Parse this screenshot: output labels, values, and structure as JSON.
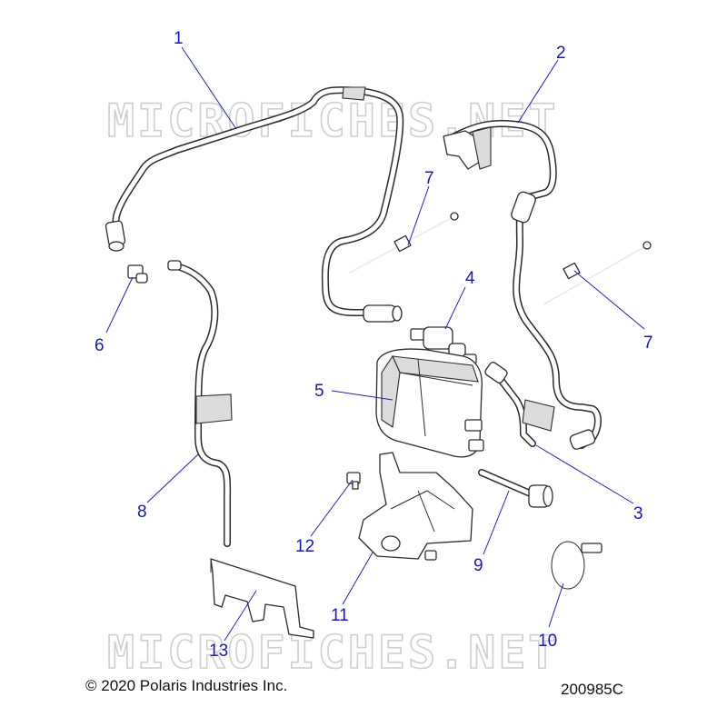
{
  "watermark": {
    "text": "MICROFICHES.NET"
  },
  "callouts": [
    {
      "id": "1",
      "label": "1"
    },
    {
      "id": "2",
      "label": "2"
    },
    {
      "id": "3",
      "label": "3"
    },
    {
      "id": "4",
      "label": "4"
    },
    {
      "id": "5",
      "label": "5"
    },
    {
      "id": "6",
      "label": "6"
    },
    {
      "id": "7a",
      "label": "7"
    },
    {
      "id": "7b",
      "label": "7"
    },
    {
      "id": "8",
      "label": "8"
    },
    {
      "id": "9",
      "label": "9"
    },
    {
      "id": "10",
      "label": "10"
    },
    {
      "id": "11",
      "label": "11"
    },
    {
      "id": "12",
      "label": "12"
    },
    {
      "id": "13",
      "label": "13"
    }
  ],
  "footer": {
    "copyright": "© 2020 Polaris Industries Inc.",
    "diagram_code": "200985C"
  }
}
